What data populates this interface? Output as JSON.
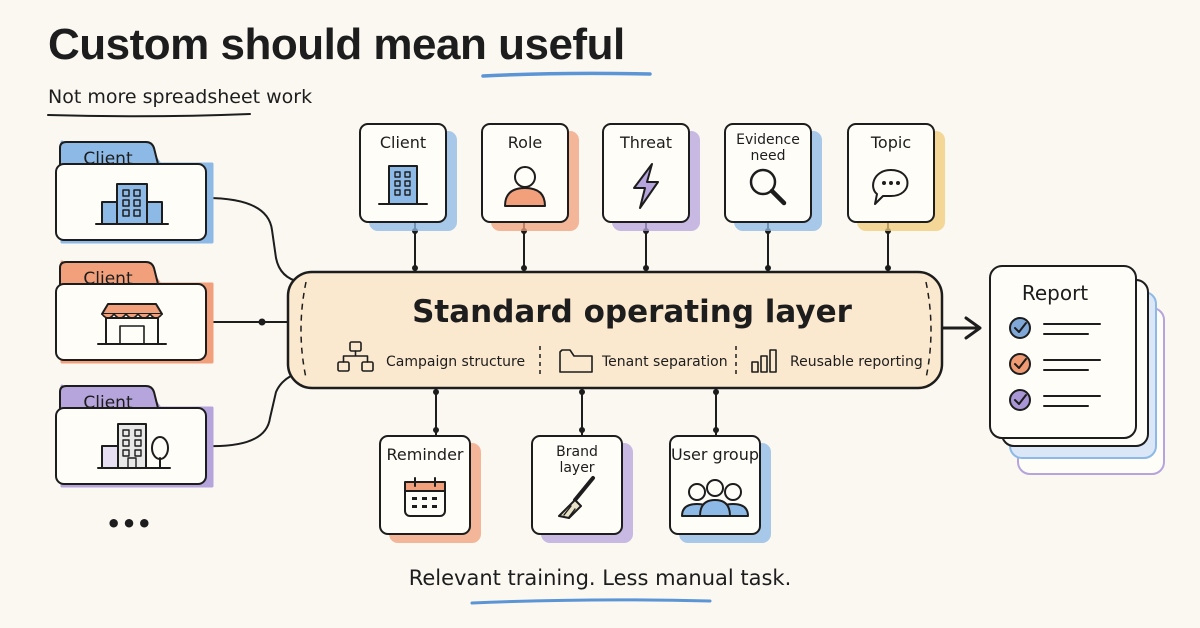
{
  "title": {
    "main": "Custom should mean ",
    "highlight": "useful",
    "subtitle": "Not more spreadsheet work"
  },
  "clients": [
    {
      "label": "Client",
      "color": "#8cb9e6",
      "icon_name": "office-building-icon"
    },
    {
      "label": "Client",
      "color": "#f2a07c",
      "icon_name": "storefront-icon"
    },
    {
      "label": "Client",
      "color": "#b6a4dc",
      "icon_name": "campus-building-icon"
    }
  ],
  "more_label": "•••",
  "top_cards": [
    {
      "lines": [
        "Client"
      ],
      "color": "#8cb9e6",
      "icon_name": "building-icon"
    },
    {
      "lines": [
        "Role"
      ],
      "color": "#f2a07c",
      "icon_name": "person-icon"
    },
    {
      "lines": [
        "Threat"
      ],
      "color": "#b6a4dc",
      "icon_name": "lightning-icon"
    },
    {
      "lines": [
        "Evidence",
        "need"
      ],
      "color": "#8cb9e6",
      "icon_name": "magnifier-icon"
    },
    {
      "lines": [
        "Topic"
      ],
      "color": "#f2cc7a",
      "icon_name": "speech-bubble-icon"
    }
  ],
  "layer": {
    "title": "Standard operating layer",
    "features": [
      {
        "label": "Campaign structure",
        "icon_name": "hierarchy-icon"
      },
      {
        "label": "Tenant separation",
        "icon_name": "folder-icon"
      },
      {
        "label": "Reusable reporting",
        "icon_name": "bar-chart-icon"
      }
    ],
    "fill": "#fbe9cf"
  },
  "bottom_cards": [
    {
      "lines": [
        "Reminder"
      ],
      "color": "#f2a07c",
      "icon_name": "calendar-icon"
    },
    {
      "lines": [
        "Brand",
        "layer"
      ],
      "color": "#b6a4dc",
      "icon_name": "paintbrush-icon"
    },
    {
      "lines": [
        "User group"
      ],
      "color": "#8cb9e6",
      "icon_name": "user-group-icon"
    }
  ],
  "report": {
    "title": "Report",
    "checks": [
      {
        "color": "#7fa8d8"
      },
      {
        "color": "#ef9a72"
      },
      {
        "color": "#a996d6"
      }
    ]
  },
  "tagline": "Relevant training. Less manual task.",
  "colors": {
    "blue": "#8cb9e6",
    "orange": "#f2a07c",
    "purple": "#b6a4dc",
    "yellow": "#f2cc7a",
    "accent_underline": "#5b95d6",
    "ink": "#1d1d1d",
    "background": "#fbf8f1"
  }
}
